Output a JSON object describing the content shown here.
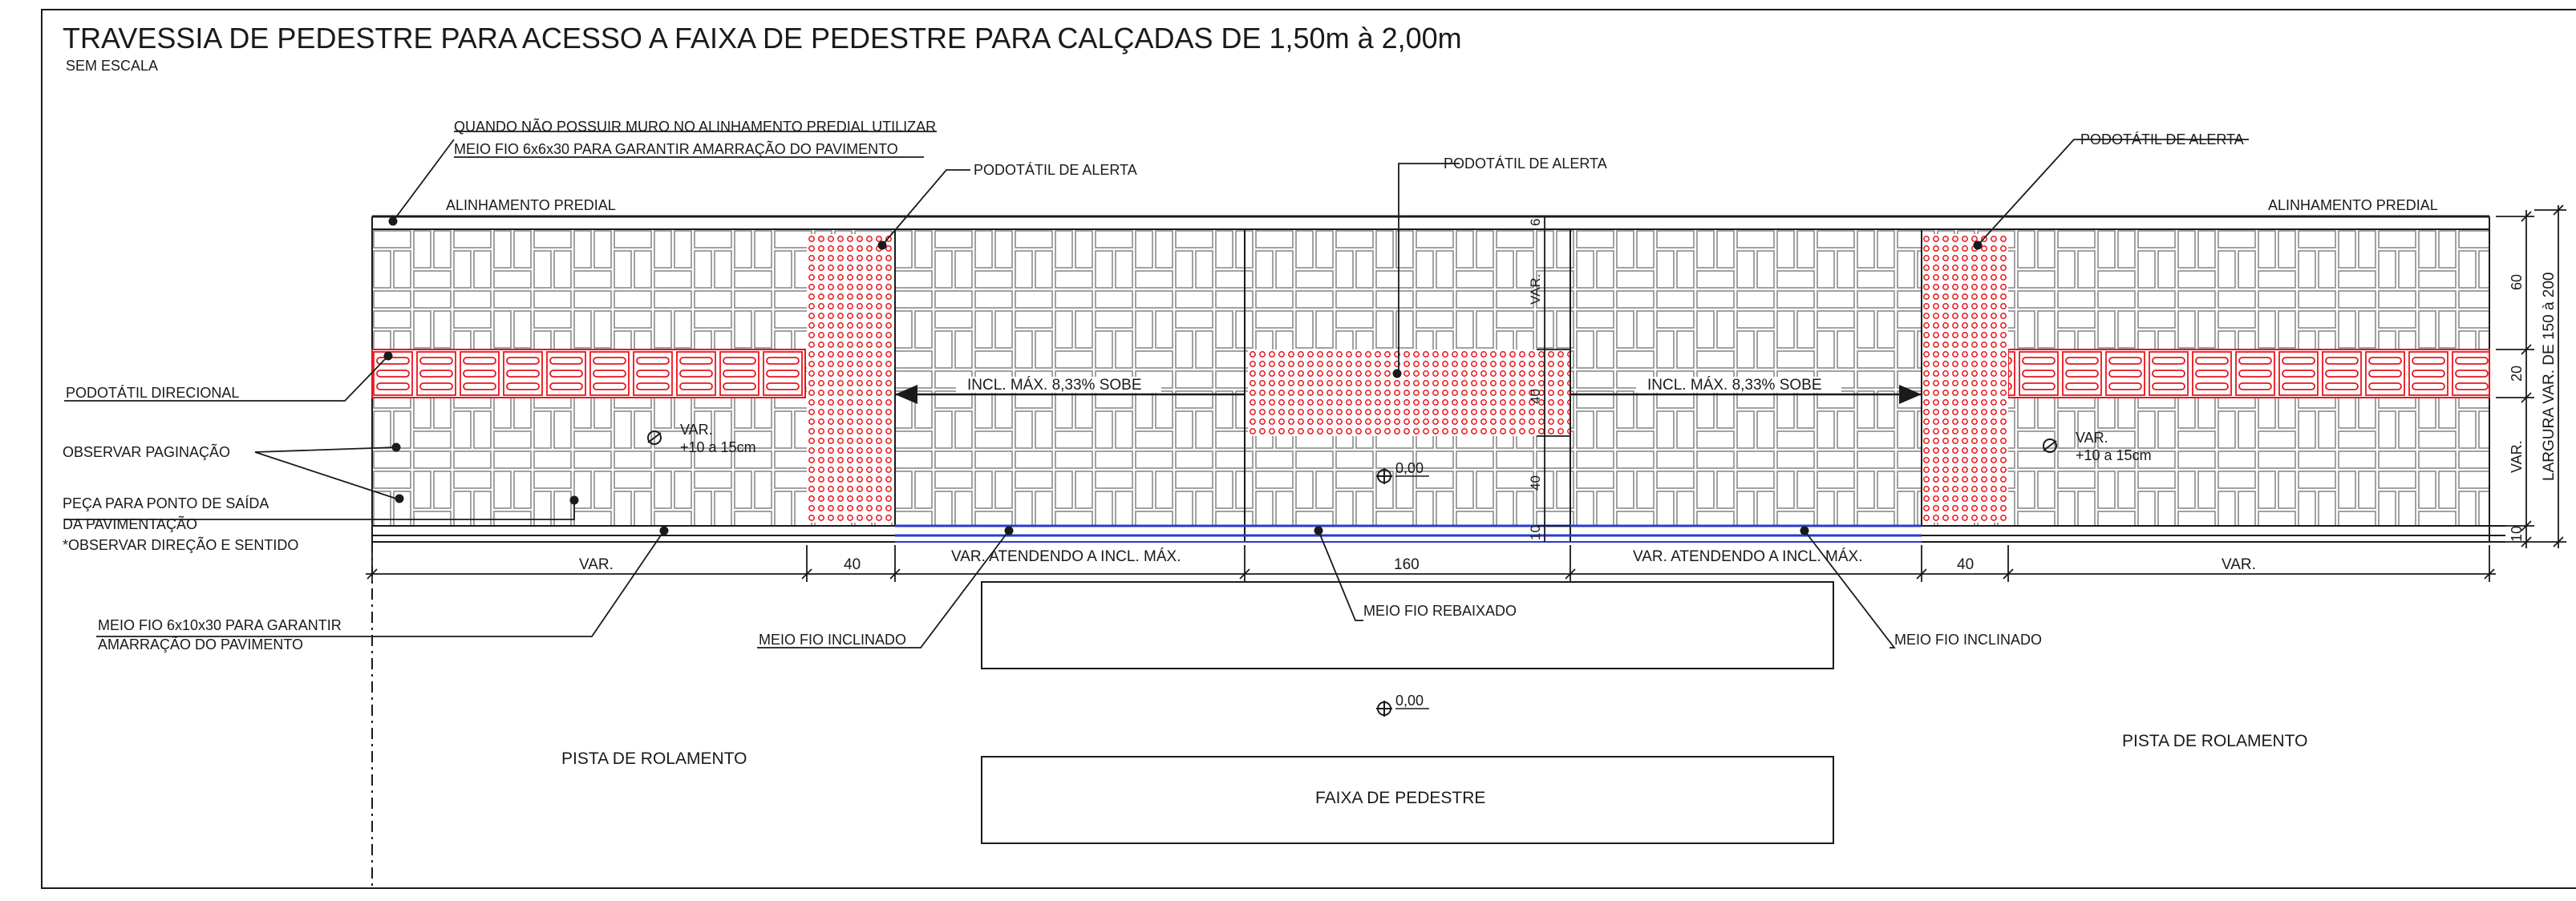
{
  "title": "TRAVESSIA DE PEDESTRE PARA ACESSO A FAIXA DE PEDESTRE PARA CALÇADAS DE 1,50m à 2,00m",
  "subtitle": "SEM ESCALA",
  "notes": {
    "muro_line1": "QUANDO NÃO POSSUIR MURO NO ALINHAMENTO PREDIAL UTILIZAR",
    "muro_line2": "MEIO FIO 6x6x30 PARA GARANTIR AMARRAÇÃO DO PAVIMENTO",
    "podotatil_alerta": "PODOTÁTIL DE ALERTA",
    "alinhamento_predial": "ALINHAMENTO PREDIAL",
    "podotatil_direcional": "PODOTÁTIL DIRECIONAL",
    "observar_paginacao": "OBSERVAR PAGINAÇÃO",
    "peca_line1": "PEÇA PARA PONTO DE SAÍDA",
    "peca_line2": "DA PAVIMENTAÇÃO",
    "peca_line3": "*OBSERVAR DIREÇÃO E SENTIDO",
    "meio_fio_6x10_line1": "MEIO FIO 6x10x30 PARA GARANTIR",
    "meio_fio_6x10_line2": "AMARRAÇÃO DO PAVIMENTO",
    "meio_fio_inclinado": "MEIO FIO INCLINADO",
    "meio_fio_rebaixado": "MEIO FIO REBAIXADO",
    "pista_de_rolamento": "PISTA DE ROLAMENTO",
    "faixa_de_pedestre": "FAIXA DE PEDESTRE",
    "incl_max": "INCL. MÁX.  8,33%  SOBE",
    "var": "VAR.",
    "var_range": "+10 a 15cm",
    "level_zero": "0,00"
  },
  "dimensions": {
    "bottom": {
      "var": "VAR.",
      "forty": "40",
      "var_atendendo": "VAR.  ATENDENDO A INCL. MÁX.",
      "one_sixty": "160"
    },
    "right": {
      "sixty": "60",
      "twenty": "20",
      "var": "VAR.",
      "ten": "10",
      "largura": "LARGURA VAR. DE 150 à 200"
    },
    "center": {
      "six": "6",
      "var": "VAR.",
      "forty": "40",
      "ten": "10"
    }
  },
  "colors": {
    "line": "#1a1a1a",
    "tactile": "#e8141c",
    "curb_blue": "#2a3cd0",
    "pavement": "#8a8a8a"
  }
}
